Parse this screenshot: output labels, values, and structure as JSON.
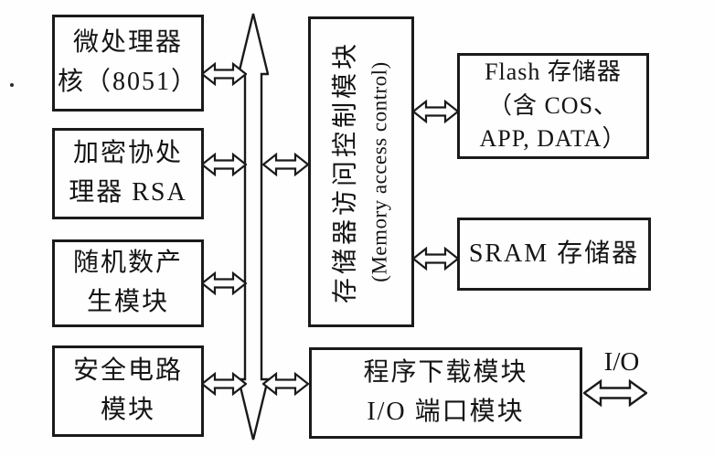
{
  "diagram": {
    "title_semantic": "smart-card-chip-architecture-block-diagram",
    "colors": {
      "line": "#1a1a1a",
      "background": "#fefefe",
      "text": "#141414"
    },
    "boxes": {
      "cpu": {
        "lines": [
          "微处理器",
          "核（8051）"
        ]
      },
      "rsa": {
        "lines": [
          "加密协处",
          "理器 RSA"
        ]
      },
      "rng": {
        "lines": [
          "随机数产",
          "生模块"
        ]
      },
      "security": {
        "lines": [
          "安全电路",
          "模块"
        ]
      },
      "memory": {
        "lines": [
          "存储器访问控制模块",
          "(Memory access control)"
        ]
      },
      "flash": {
        "lines": [
          "Flash 存储器",
          "（含 COS、",
          "APP, DATA）"
        ]
      },
      "sram": {
        "lines": [
          "SRAM 存储器"
        ]
      },
      "io_module": {
        "lines": [
          "程序下载模块",
          "I/O 端口模块"
        ]
      }
    },
    "labels": {
      "io_port": "I/O"
    }
  }
}
